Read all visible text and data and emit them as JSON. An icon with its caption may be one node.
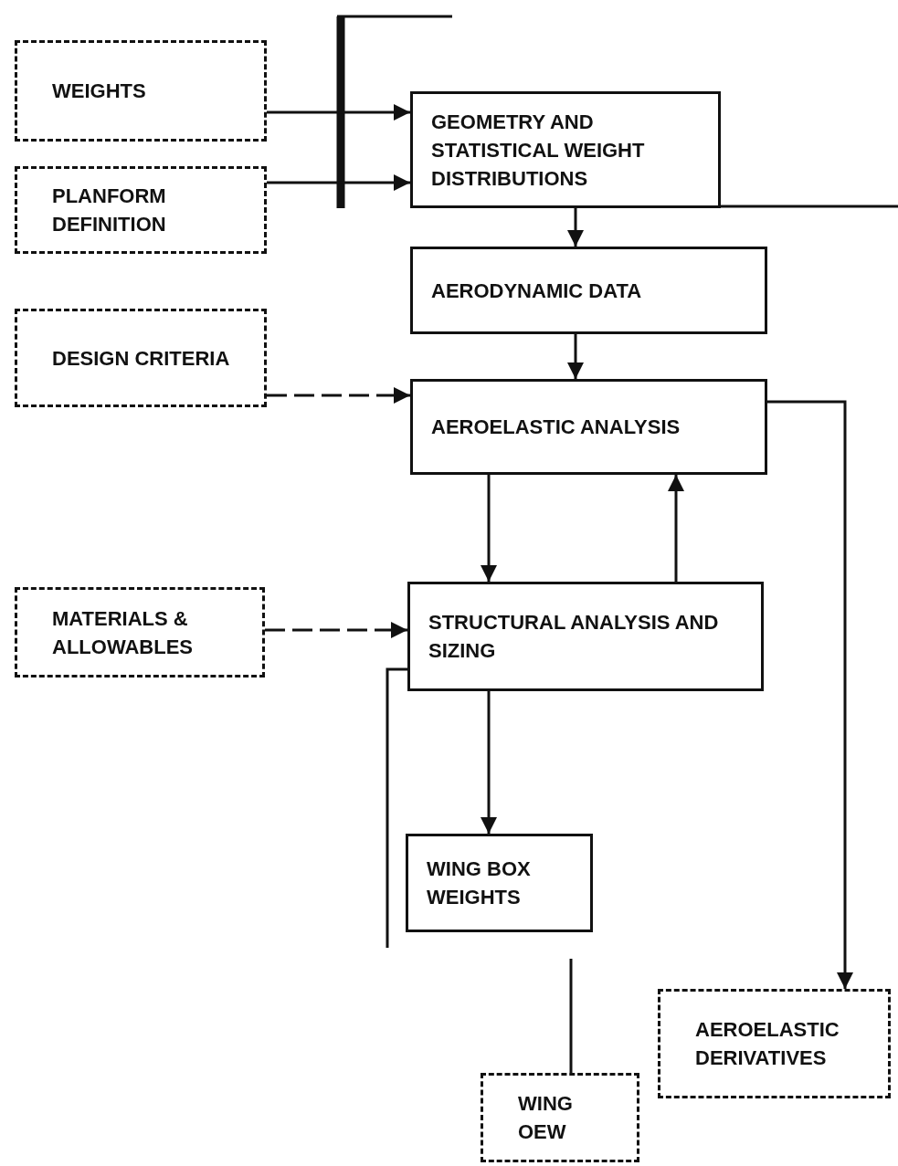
{
  "diagram": {
    "nodes": [
      {
        "text": [
          "WEIGHTS"
        ]
      },
      {
        "text": [
          "PLANFORM DEFINITION"
        ]
      },
      {
        "text": [
          "GEOMETRY AND STATISTICAL WEIGHT DISTRIBUTIONS"
        ]
      },
      {
        "text": [
          "AERODYNAMIC DATA"
        ]
      },
      {
        "text": [
          "DESIGN CRITERIA"
        ]
      },
      {
        "text": [
          "AEROELASTIC ANALYSIS"
        ]
      },
      {
        "text": [
          "MATERIALS & ALLOWABLES"
        ]
      },
      {
        "text": [
          "STRUCTURAL ANALYSIS AND SIZING"
        ]
      },
      {
        "text": [
          "WING BOX WEIGHTS"
        ]
      },
      {
        "text": [
          "AEROELASTIC DERIVATIVES"
        ]
      },
      {
        "text": [
          "WING OEW"
        ]
      }
    ],
    "edges": [
      {
        "from": 0,
        "to": 2,
        "arrow": "to"
      },
      {
        "from": 1,
        "to": 2,
        "arrow": "to"
      },
      {
        "from": 2,
        "to": 3,
        "arrow": "to"
      },
      {
        "from": 3,
        "to": 5,
        "arrow": "to"
      },
      {
        "from": 4,
        "to": 5,
        "arrow": "to",
        "style": "dashed"
      },
      {
        "from": 5,
        "to": 7,
        "arrow": "to"
      },
      {
        "from": 7,
        "to": 5,
        "arrow": "to"
      },
      {
        "from": 6,
        "to": 7,
        "arrow": "to",
        "style": "dashed"
      },
      {
        "from": 7,
        "to": 8,
        "arrow": "to"
      },
      {
        "from": 5,
        "to": 9,
        "arrow": "to"
      },
      {
        "from": 7,
        "to": null,
        "arrow": "none"
      },
      {
        "from": 10,
        "to": null,
        "arrow": "none"
      },
      {
        "from": 2,
        "to": null,
        "arrow": "none"
      }
    ]
  }
}
